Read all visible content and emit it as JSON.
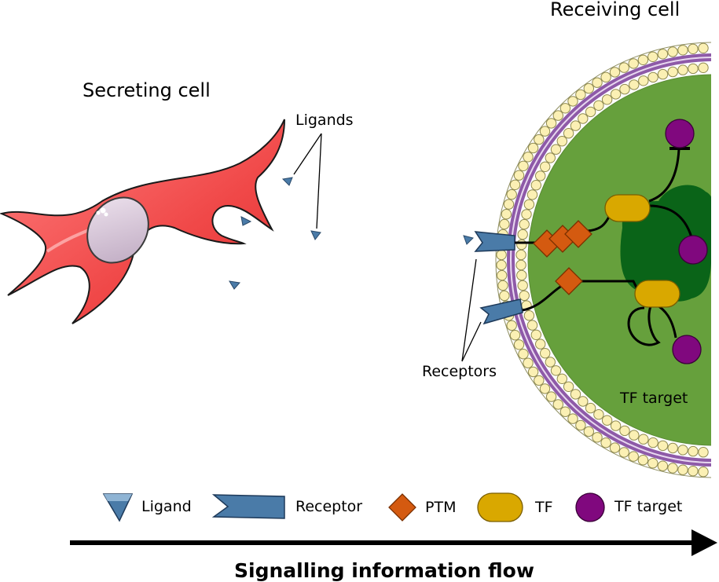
{
  "labels": {
    "secreting_cell": "Secreting cell",
    "receiving_cell": "Receiving cell",
    "ligands": "Ligands",
    "receptors": "Receptors",
    "tf_target": "TF target"
  },
  "legend": {
    "ligand": "Ligand",
    "receptor": "Receptor",
    "ptm": "PTM",
    "tf": "TF",
    "tf_target": "TF target"
  },
  "flow": {
    "label": "Signalling information flow"
  },
  "colors": {
    "secreting_cell": "#f05a5a",
    "nucleus": "#d8c8d8",
    "cytoplasm": "#66a03c",
    "nucleus_region": "#0a6418",
    "membrane": "#8e5aa8",
    "lipid_head": "#fbf0b4",
    "receptor": "#4a7ba8",
    "ptm": "#d45a10",
    "tf": "#d9a800",
    "tf_target": "#80087e"
  }
}
